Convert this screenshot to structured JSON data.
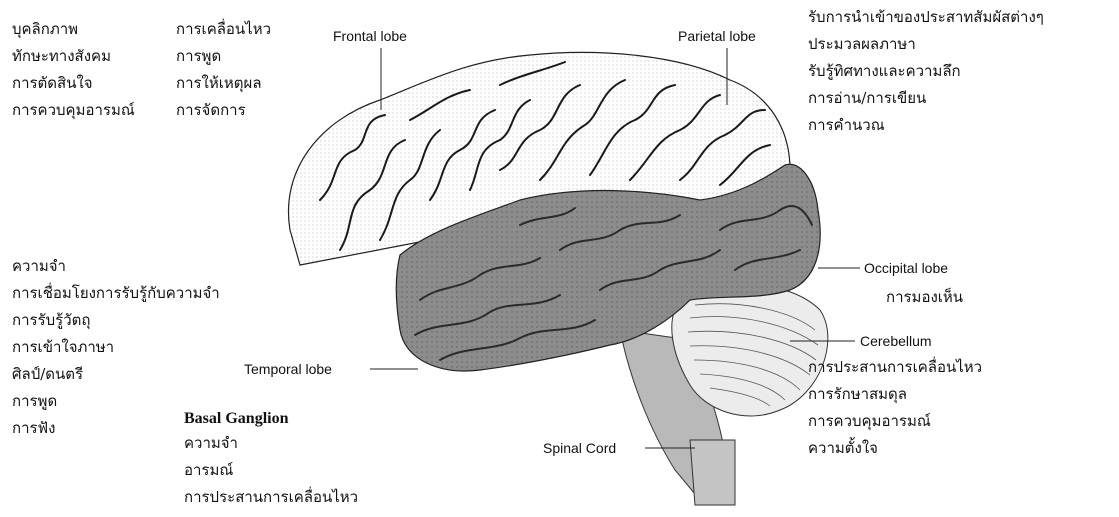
{
  "top_left_col1": [
    "บุคลิกภาพ",
    "ทักษะทางสังคม",
    "การตัดสินใจ",
    "การควบคุมอารมณ์"
  ],
  "top_left_col2": [
    "การเคลื่อนไหว",
    "การพูด",
    "การให้เหตุผล",
    "การจัดการ"
  ],
  "frontal_label": "Frontal lobe",
  "parietal_label": "Parietal lobe",
  "parietal_functions": [
    "รับการนำเข้าของประสาทสัมผัสต่างๆ",
    "ประมวลผลภาษา",
    "รับรู้ทิศทางและความลึก",
    "การอ่าน/การเขียน",
    "การคำนวณ"
  ],
  "temporal_functions": [
    "ความจำ",
    "การเชื่อมโยงการรับรู้กับความจำ",
    "การรับรู้วัตถุ",
    "การเข้าใจภาษา",
    "ศิลป์/ดนตรี",
    "การพูด",
    "การฟัง"
  ],
  "temporal_label": "Temporal lobe",
  "occipital_label": "Occipital lobe",
  "occipital_function": "การมองเห็น",
  "cerebellum_label": "Cerebellum",
  "cerebellum_functions": [
    "การประสานการเคลื่อนไหว",
    "การรักษาสมดุล",
    "การควบคุมอารมณ์",
    "ความตั้งใจ"
  ],
  "basal_title": "Basal Ganglion",
  "basal_functions": [
    "ความจำ",
    "อารมณ์",
    "การประสานการเคลื่อนไหว"
  ],
  "spinal_label": "Spinal Cord",
  "colors": {
    "cortex_white": "#ffffff",
    "cortex_gray": "#8a8a8a",
    "gyri_line": "#1a1a1a",
    "cerebellum": "#e8e8e8"
  }
}
